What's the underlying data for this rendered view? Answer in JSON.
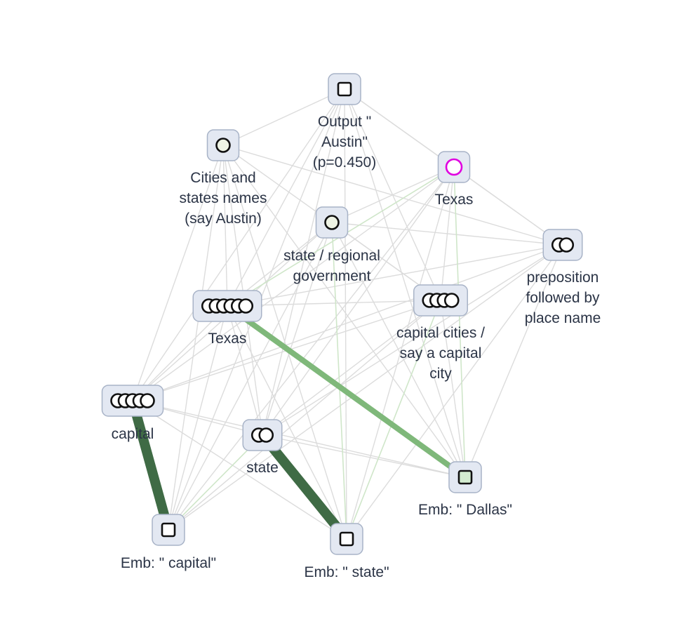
{
  "colors": {
    "background": "#ffffff",
    "node_fill": "#e3e8f2",
    "node_stroke": "#a8b3c7",
    "edge_faint": "#dcdcdc",
    "edge_faint_green": "#cfe6c9",
    "edge_medium_green": "#7fb87a",
    "edge_dark_green": "#3f6b45",
    "label_text": "#2b3446",
    "highlight_ring": "#e000e0",
    "emb_fill": "#d3ecd0"
  },
  "nodes": [
    {
      "id": "output_austin",
      "name": "node-output-austin",
      "icon": "square",
      "count": 1,
      "label": [
        "Output \"",
        "Austin\"",
        "(p=0.450)"
      ]
    },
    {
      "id": "cities_states",
      "name": "node-cities-and-states",
      "icon": "circle",
      "count": 1,
      "label": [
        "Cities and",
        "states names",
        "(say Austin)"
      ]
    },
    {
      "id": "texas_top",
      "name": "node-texas-top",
      "icon": "circle-highlight",
      "count": 1,
      "label": [
        "Texas"
      ]
    },
    {
      "id": "state_regional",
      "name": "node-state-regional-government",
      "icon": "circle",
      "count": 1,
      "label": [
        "state / regional",
        "government"
      ]
    },
    {
      "id": "preposition",
      "name": "node-preposition-place-name",
      "icon": "circle",
      "count": 2,
      "label": [
        "preposition",
        "followed by",
        "place name"
      ]
    },
    {
      "id": "texas_mid",
      "name": "node-texas-mid",
      "icon": "circle",
      "count": 6,
      "label": [
        "Texas"
      ]
    },
    {
      "id": "capital_cities",
      "name": "node-capital-cities",
      "icon": "circle",
      "count": 4,
      "label": [
        "capital cities /",
        "say a capital",
        "city"
      ]
    },
    {
      "id": "capital",
      "name": "node-capital",
      "icon": "circle",
      "count": 5,
      "label": [
        "capital"
      ]
    },
    {
      "id": "state",
      "name": "node-state",
      "icon": "circle",
      "count": 2,
      "label": [
        "state"
      ]
    },
    {
      "id": "emb_dallas",
      "name": "node-emb-dallas",
      "icon": "square-green",
      "count": 1,
      "label": [
        "Emb: \" Dallas\""
      ]
    },
    {
      "id": "emb_capital",
      "name": "node-emb-capital",
      "icon": "square",
      "count": 1,
      "label": [
        "Emb: \" capital\""
      ]
    },
    {
      "id": "emb_state",
      "name": "node-emb-state",
      "icon": "square",
      "count": 1,
      "label": [
        "Emb: \" state\""
      ]
    }
  ],
  "edges": [
    {
      "from": "emb_capital",
      "to": "capital",
      "strength": "dark"
    },
    {
      "from": "emb_state",
      "to": "state",
      "strength": "dark"
    },
    {
      "from": "emb_dallas",
      "to": "texas_mid",
      "strength": "medium"
    },
    {
      "from": "texas_mid",
      "to": "texas_top",
      "strength": "light-green"
    },
    {
      "from": "emb_dallas",
      "to": "texas_top",
      "strength": "light-green"
    },
    {
      "from": "emb_state",
      "to": "state_regional",
      "strength": "light-green"
    },
    {
      "from": "emb_capital",
      "to": "state",
      "strength": "light-green"
    },
    {
      "from": "emb_state",
      "to": "capital_cities",
      "strength": "light-green"
    },
    {
      "from": "output_austin",
      "to": "cities_states",
      "strength": "faint"
    },
    {
      "from": "output_austin",
      "to": "texas_top",
      "strength": "faint"
    },
    {
      "from": "output_austin",
      "to": "preposition",
      "strength": "faint"
    },
    {
      "from": "output_austin",
      "to": "texas_mid",
      "strength": "faint"
    },
    {
      "from": "output_austin",
      "to": "capital",
      "strength": "faint"
    },
    {
      "from": "output_austin",
      "to": "state",
      "strength": "faint"
    },
    {
      "from": "output_austin",
      "to": "capital_cities",
      "strength": "faint"
    },
    {
      "from": "output_austin",
      "to": "emb_state",
      "strength": "faint"
    },
    {
      "from": "output_austin",
      "to": "emb_capital",
      "strength": "faint"
    },
    {
      "from": "output_austin",
      "to": "emb_dallas",
      "strength": "faint"
    },
    {
      "from": "cities_states",
      "to": "preposition",
      "strength": "faint"
    },
    {
      "from": "cities_states",
      "to": "capital_cities",
      "strength": "faint"
    },
    {
      "from": "cities_states",
      "to": "texas_mid",
      "strength": "faint"
    },
    {
      "from": "cities_states",
      "to": "capital",
      "strength": "faint"
    },
    {
      "from": "cities_states",
      "to": "state",
      "strength": "faint"
    },
    {
      "from": "cities_states",
      "to": "emb_state",
      "strength": "faint"
    },
    {
      "from": "cities_states",
      "to": "emb_capital",
      "strength": "faint"
    },
    {
      "from": "cities_states",
      "to": "emb_dallas",
      "strength": "faint"
    },
    {
      "from": "texas_top",
      "to": "preposition",
      "strength": "faint"
    },
    {
      "from": "texas_top",
      "to": "state_regional",
      "strength": "faint"
    },
    {
      "from": "texas_top",
      "to": "capital",
      "strength": "faint"
    },
    {
      "from": "texas_top",
      "to": "state",
      "strength": "faint"
    },
    {
      "from": "texas_top",
      "to": "emb_state",
      "strength": "faint"
    },
    {
      "from": "texas_top",
      "to": "emb_capital",
      "strength": "faint"
    },
    {
      "from": "texas_top",
      "to": "capital_cities",
      "strength": "faint"
    },
    {
      "from": "state_regional",
      "to": "preposition",
      "strength": "faint"
    },
    {
      "from": "state_regional",
      "to": "texas_mid",
      "strength": "faint"
    },
    {
      "from": "state_regional",
      "to": "capital",
      "strength": "faint"
    },
    {
      "from": "state_regional",
      "to": "state",
      "strength": "faint"
    },
    {
      "from": "state_regional",
      "to": "emb_capital",
      "strength": "faint"
    },
    {
      "from": "state_regional",
      "to": "emb_dallas",
      "strength": "faint"
    },
    {
      "from": "state_regional",
      "to": "capital_cities",
      "strength": "faint"
    },
    {
      "from": "preposition",
      "to": "texas_mid",
      "strength": "faint"
    },
    {
      "from": "preposition",
      "to": "capital",
      "strength": "faint"
    },
    {
      "from": "preposition",
      "to": "state",
      "strength": "faint"
    },
    {
      "from": "preposition",
      "to": "emb_state",
      "strength": "faint"
    },
    {
      "from": "preposition",
      "to": "emb_dallas",
      "strength": "faint"
    },
    {
      "from": "preposition",
      "to": "emb_capital",
      "strength": "faint"
    },
    {
      "from": "texas_mid",
      "to": "capital",
      "strength": "faint"
    },
    {
      "from": "texas_mid",
      "to": "state",
      "strength": "faint"
    },
    {
      "from": "texas_mid",
      "to": "emb_state",
      "strength": "faint"
    },
    {
      "from": "texas_mid",
      "to": "emb_capital",
      "strength": "faint"
    },
    {
      "from": "texas_mid",
      "to": "capital_cities",
      "strength": "faint"
    },
    {
      "from": "capital_cities",
      "to": "capital",
      "strength": "faint"
    },
    {
      "from": "capital_cities",
      "to": "state",
      "strength": "faint"
    },
    {
      "from": "capital_cities",
      "to": "emb_capital",
      "strength": "faint"
    },
    {
      "from": "capital_cities",
      "to": "emb_dallas",
      "strength": "faint"
    },
    {
      "from": "capital",
      "to": "emb_state",
      "strength": "faint"
    },
    {
      "from": "capital",
      "to": "state",
      "strength": "faint"
    },
    {
      "from": "state",
      "to": "emb_dallas",
      "strength": "faint"
    },
    {
      "from": "emb_dallas",
      "to": "capital",
      "strength": "faint"
    }
  ]
}
